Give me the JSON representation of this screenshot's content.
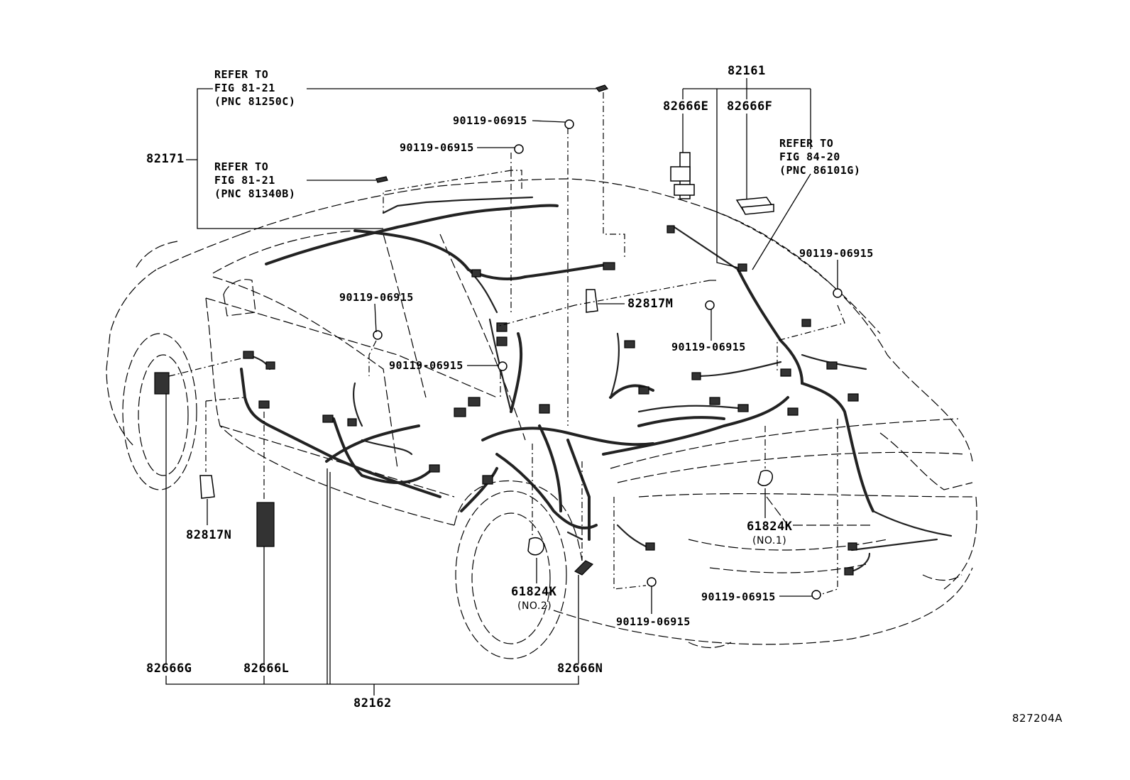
{
  "callouts": {
    "refer_top": {
      "line1": "REFER TO",
      "line2": "FIG 81-21",
      "line3": "(PNC 81250C)"
    },
    "refer_mid": {
      "line1": "REFER TO",
      "line2": "FIG 81-21",
      "line3": "(PNC 81340B)"
    },
    "refer_right": {
      "line1": "REFER TO",
      "line2": "FIG 84-20",
      "line3": "(PNC 86101G)"
    }
  },
  "parts": {
    "p82171": "82171",
    "p82161": "82161",
    "p82666E": "82666E",
    "p82666F": "82666F",
    "p82817M": "82817M",
    "p82817N": "82817N",
    "p61824K_1": "61824K",
    "p61824K_1_sub": "(NO.1)",
    "p61824K_2": "61824K",
    "p61824K_2_sub": "(NO.2)",
    "p82666G": "82666G",
    "p82666L": "82666L",
    "p82666N": "82666N",
    "p82162": "82162"
  },
  "bolts": {
    "b1": "90119-06915",
    "b2": "90119-06915",
    "b3": "90119-06915",
    "b4": "90119-06915",
    "b5": "90119-06915",
    "b6": "90119-06915",
    "b7": "90119-06915",
    "b8": "90119-06915"
  },
  "figure_id": "827204A"
}
